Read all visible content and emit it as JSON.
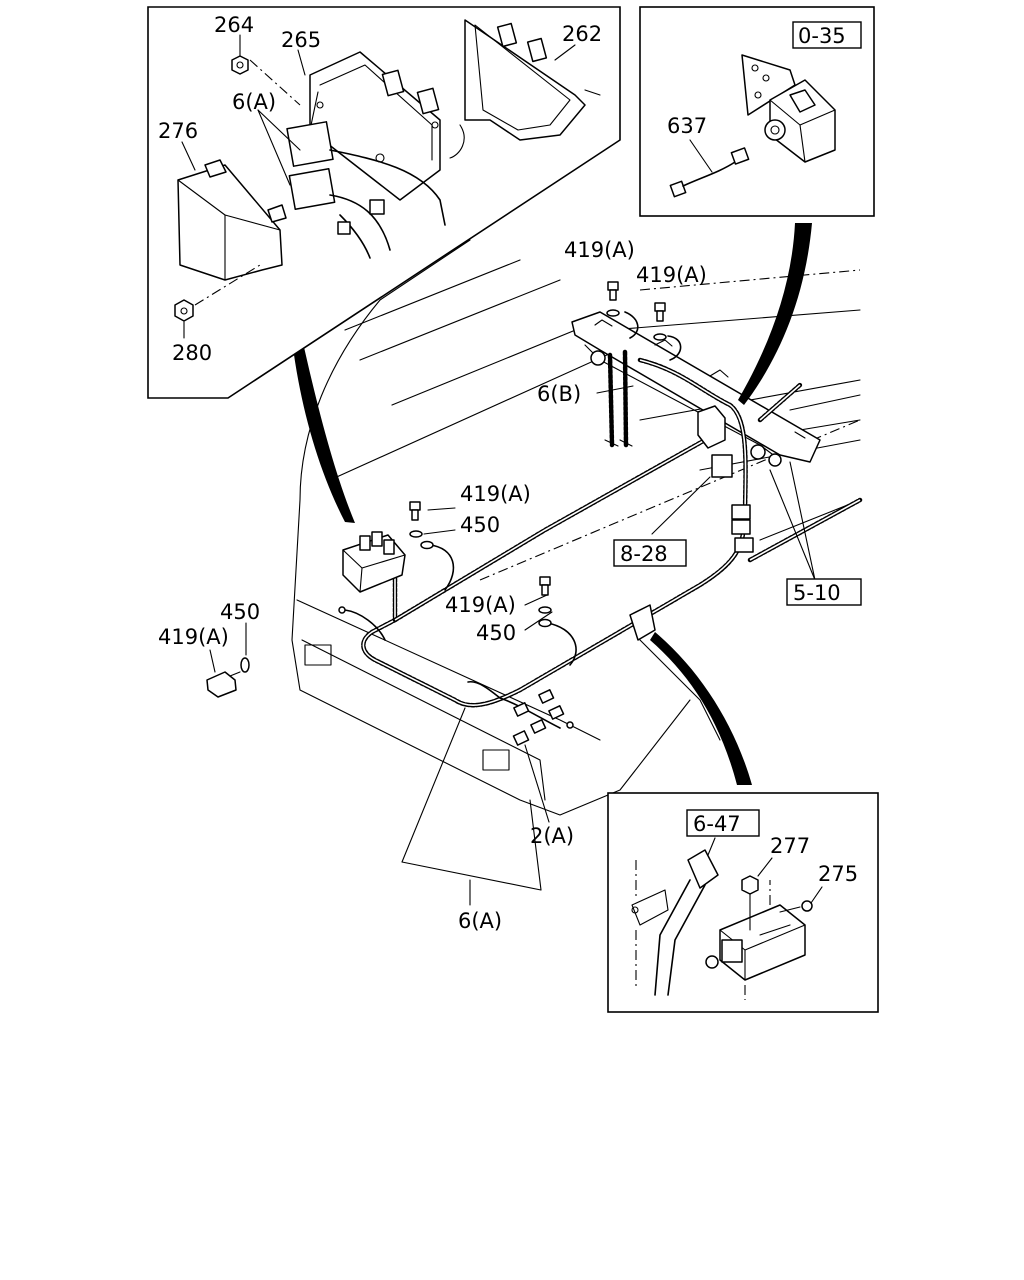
{
  "labels": {
    "l264": "264",
    "l265": "265",
    "l262": "262",
    "l6a_top": "6(A)",
    "l276": "276",
    "l280": "280",
    "l035": "0-35",
    "l637": "637",
    "l419a_1": "419(A)",
    "l419a_2": "419(A)",
    "l6b": "6(B)",
    "l419a_3": "419(A)",
    "l450_1": "450",
    "l828": "8-28",
    "l510": "5-10",
    "l450_2": "450",
    "l419a_4": "419(A)",
    "l419a_5": "419(A)",
    "l450_3": "450",
    "l2a": "2(A)",
    "l6a_bottom": "6(A)",
    "l647": "6-47",
    "l277": "277",
    "l275": "275"
  }
}
